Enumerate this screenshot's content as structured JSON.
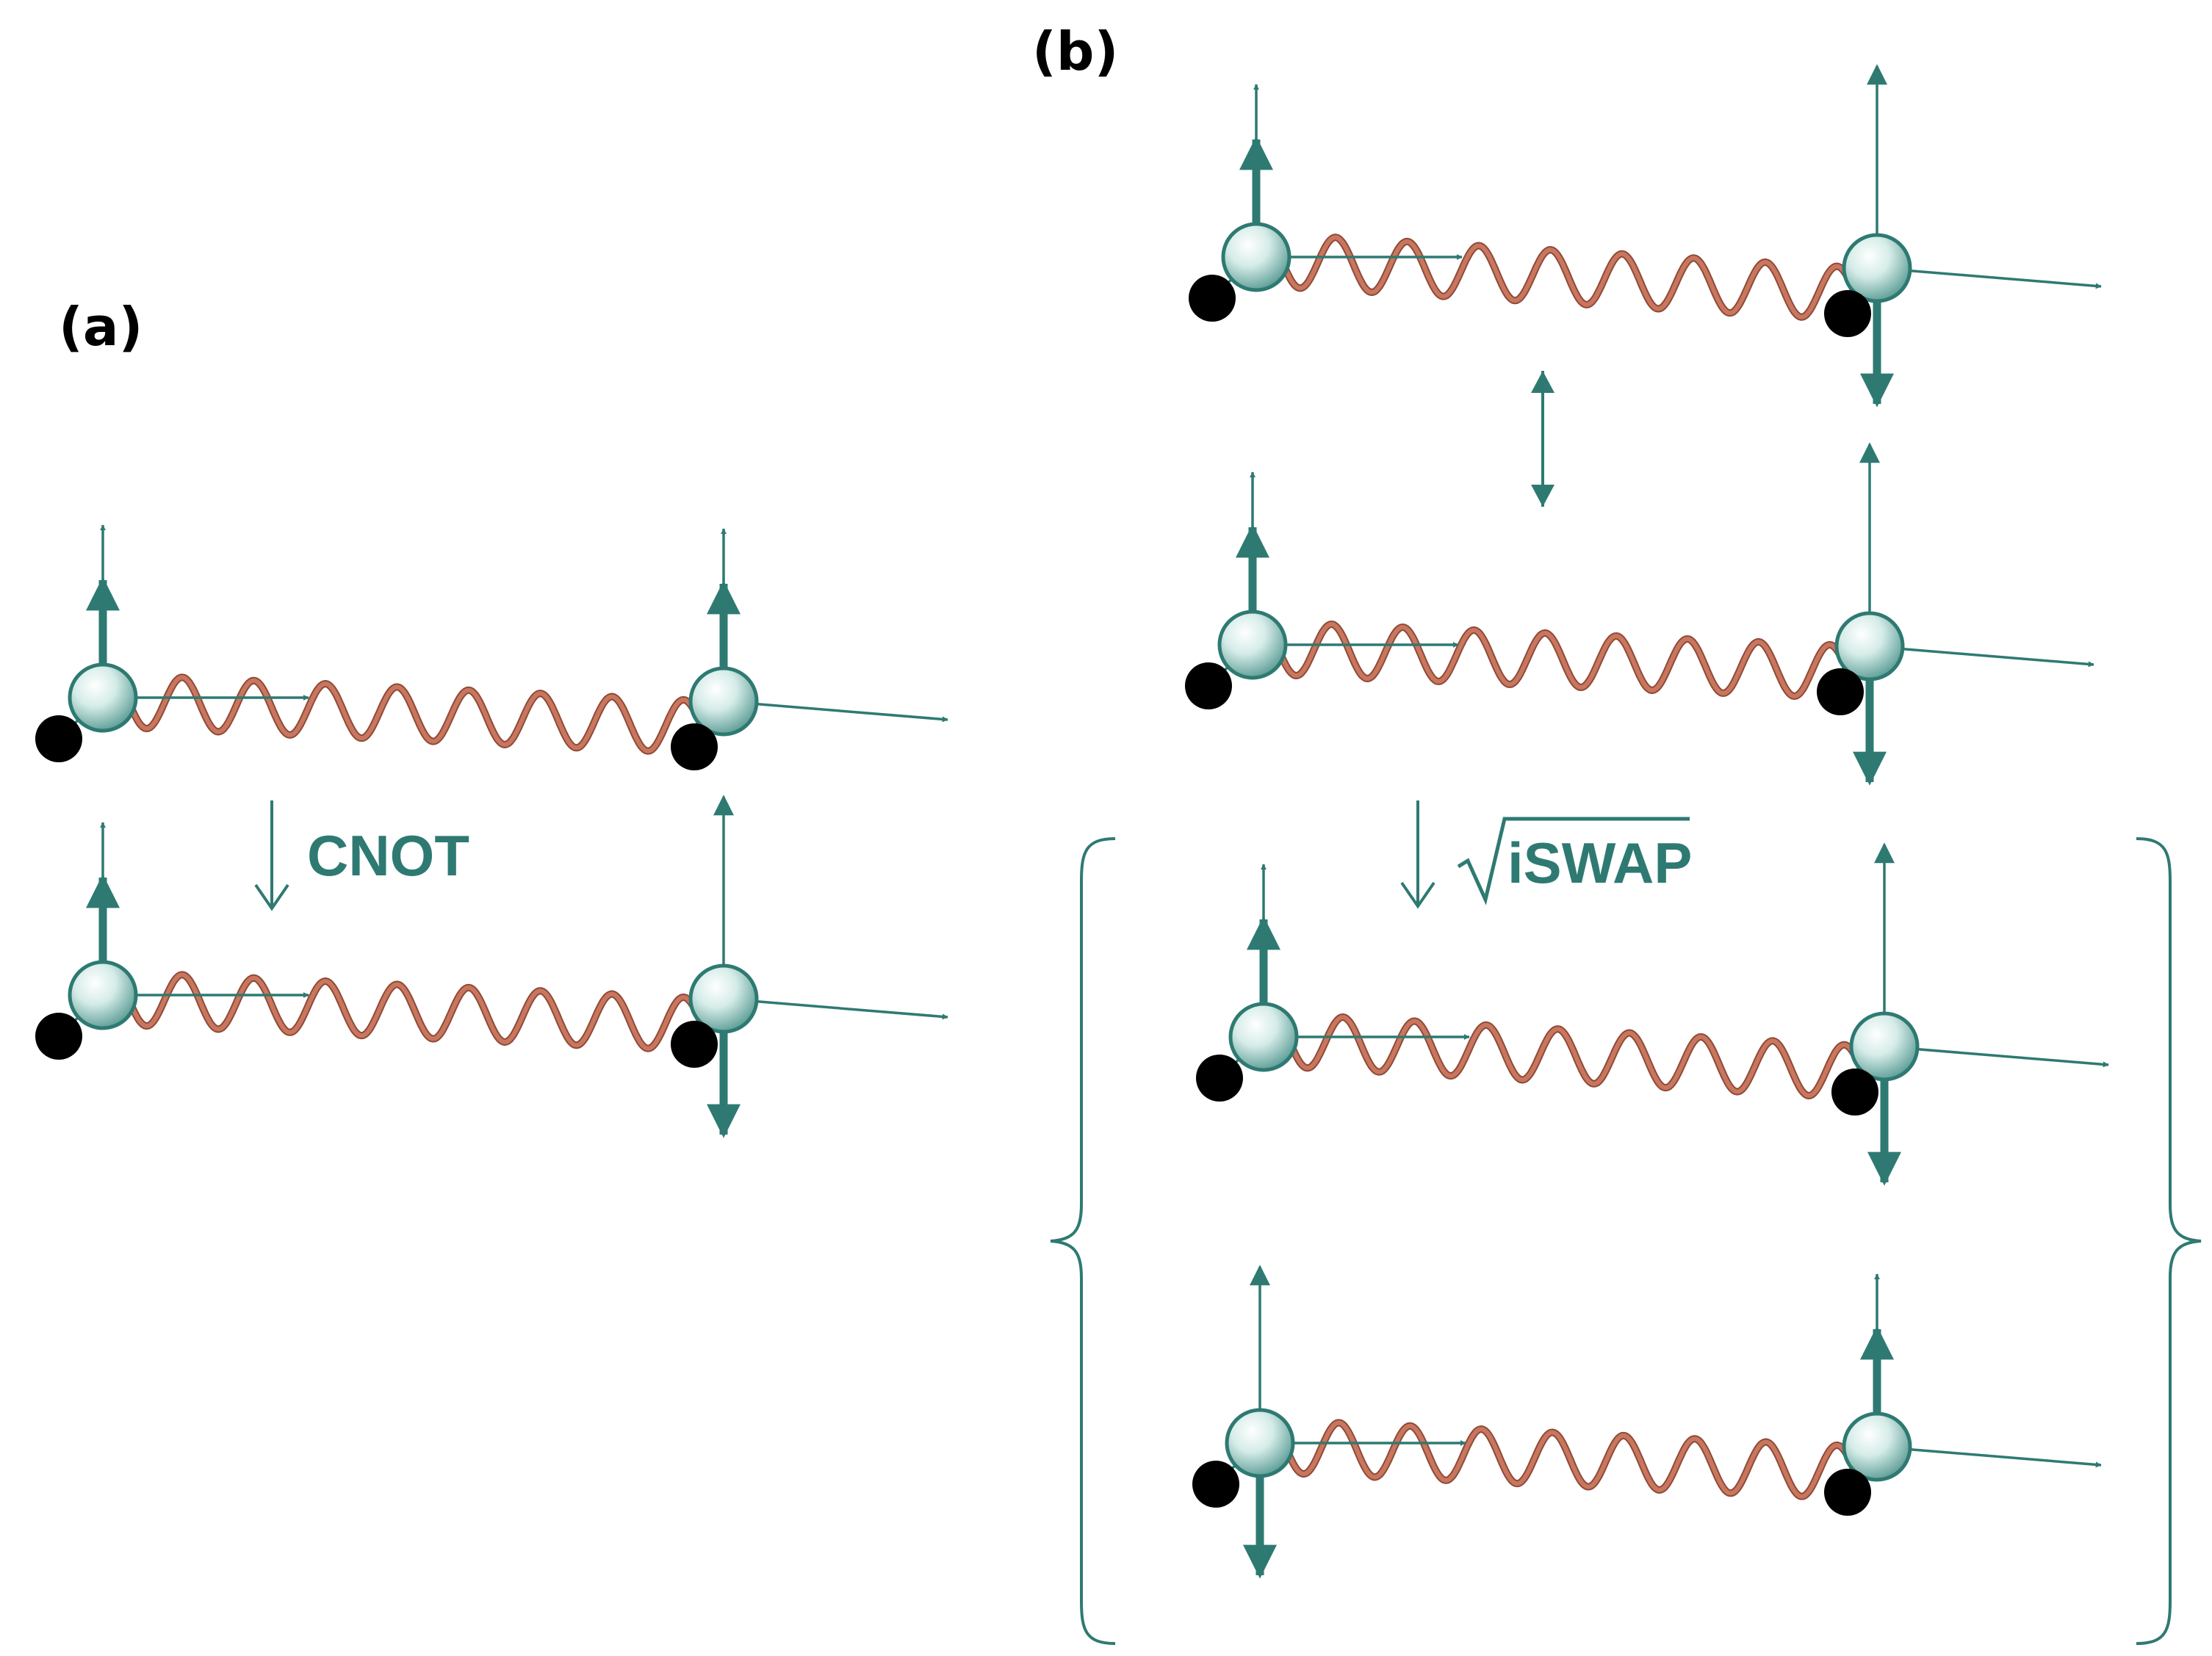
{
  "panels": {
    "a": {
      "label": "(a)",
      "gate": "CNOT"
    },
    "b": {
      "label": "(b)",
      "gate": "iSWAP"
    }
  },
  "colors": {
    "teal": "#2e7a72",
    "spring": "#c9765f",
    "node": "#000000"
  },
  "structure": {
    "panel_a": {
      "systems": [
        {
          "left_spin": "up",
          "right_spin": "up"
        },
        {
          "left_spin": "up",
          "right_spin": "down",
          "right_superposition": true
        }
      ]
    },
    "panel_b": {
      "systems": [
        {
          "left_spin": "up",
          "right_spin": "down",
          "right_superposition": true
        },
        {
          "left_spin": "up",
          "right_spin": "down",
          "right_superposition": true
        },
        {
          "left_spin": "up",
          "right_spin": "down",
          "right_superposition": true
        },
        {
          "left_spin": "down",
          "left_superposition": true,
          "right_spin": "up"
        }
      ],
      "exchange_arrow": true,
      "bracket": true
    }
  }
}
